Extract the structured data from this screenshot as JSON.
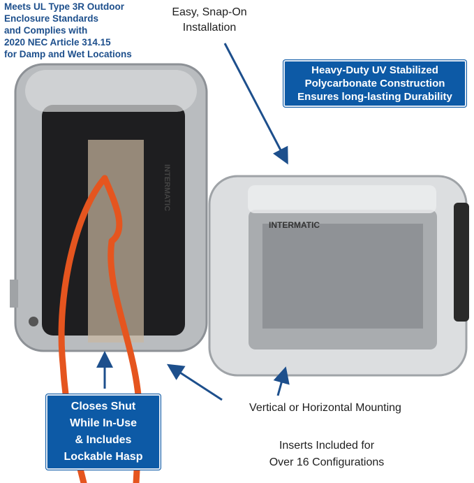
{
  "callouts": {
    "standards": "Meets UL Type 3R Outdoor\nEnclosure Standards\nand Complies with\n2020 NEC Article 314.15\nfor Damp and Wet Locations",
    "installation": "Easy, Snap-On\nInstallation",
    "construction": "Heavy-Duty UV Stabilized\nPolycarbonate Construction\nEnsures long-lasting Durability",
    "closes": "Closes Shut\nWhile In-Use\n& Includes\nLockable Hasp",
    "mounting": "Vertical or Horizontal Mounting",
    "inserts": "Inserts Included for\nOver 16 Configurations"
  },
  "logo": "INTERMATIC",
  "colors": {
    "accent_blue": "#0d5aa6",
    "claim_text": "#1d4f8c",
    "cord_orange": "#e5551f"
  }
}
